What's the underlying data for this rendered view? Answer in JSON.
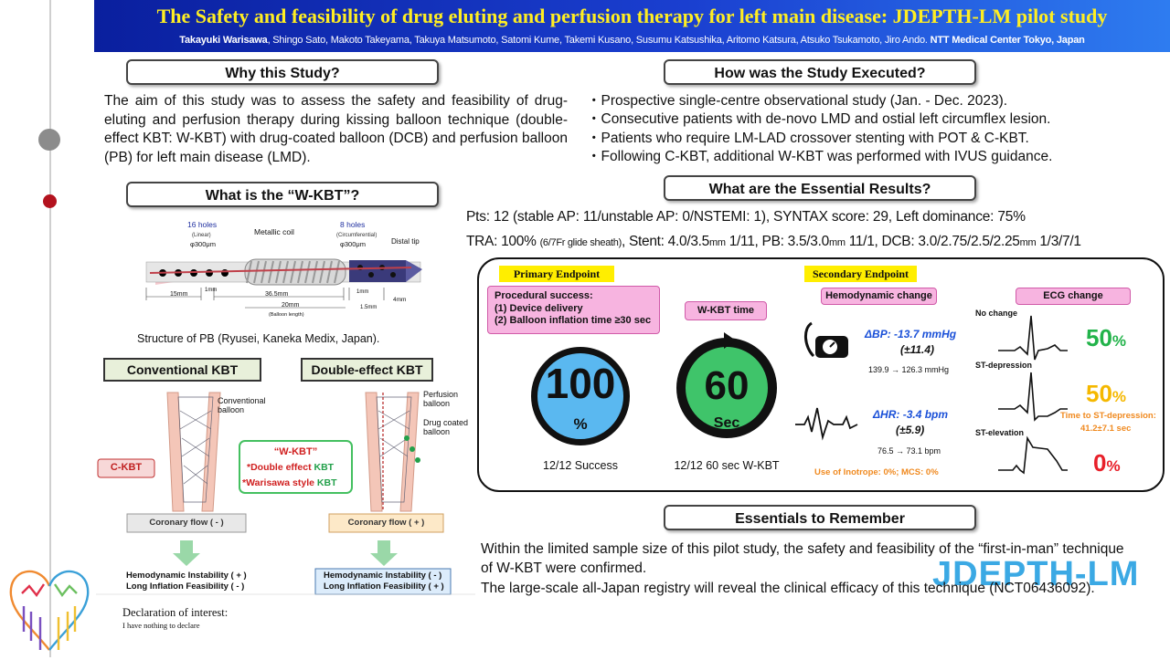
{
  "header": {
    "title": "The Safety and feasibility of drug eluting and perfusion therapy for left main disease: JDEPTH-LM pilot study",
    "lead_author": "Takayuki Warisawa",
    "coauthors": ", Shingo Sato, Makoto Takeyama, Takuya Matsumoto, Satomi Kume, Takemi Kusano, Susumu Katsushika, Aritomo Katsura, Atsuko Tsukamoto, Jiro Ando. ",
    "institution": "NTT Medical Center Tokyo, Japan"
  },
  "why": {
    "heading": "Why this Study?",
    "text": "The aim of this study was to assess the safety and feasibility of drug-eluting and perfusion therapy during kissing balloon technique (double-effect KBT: W-KBT) with drug-coated balloon (DCB) and perfusion balloon (PB) for left main disease (LMD)."
  },
  "how": {
    "heading": "How was the Study Executed?",
    "bullets": [
      "・Prospective single-centre observational study (Jan. - Dec. 2023).",
      "・Consecutive patients with de-novo LMD and ostial left circumflex lesion.",
      "・Patients who require LM-LAD crossover stenting with POT & C-KBT.",
      "・Following C-KBT, additional W-KBT was performed with IVUS guidance."
    ]
  },
  "wkbt": {
    "heading": "What is the “W-KBT”?",
    "diagram": {
      "holes16": "16 holes",
      "linear": "(Linear)",
      "phi300a": "φ300μm",
      "coil": "Metallic coil",
      "holes8": "8 holes",
      "circ": "(Circumferential)",
      "phi300b": "φ300μm",
      "distal": "Distal tip",
      "d15": "15mm",
      "d1a": "1mm",
      "d365": "36.5mm",
      "d20": "20mm",
      "blen": "(Balloon length)",
      "d1b": "1mm",
      "d15b": "1.5mm",
      "d4": "4mm"
    },
    "caption": "Structure of PB (Ryusei, Kaneka Medix, Japan).",
    "conventional_label": "Conventional KBT",
    "double_label": "Double-effect KBT",
    "conv_balloon": "Conventional balloon",
    "perf_balloon": "Perfusion balloon",
    "dcb": "Drug coated balloon",
    "ckbt": "C-KBT",
    "wkbt_box_title": "“W-KBT”",
    "wkbt_line1_a": "*Double effect ",
    "wkbt_line1_b": "KBT",
    "wkbt_line2_a": "*Warisawa style ",
    "wkbt_line2_b": "KBT",
    "flow_neg": "Coronary flow ( - )",
    "flow_pos": "Coronary flow ( + )",
    "left_out1": "Hemodynamic Instability ( + )",
    "left_out2": "Long Inflation Feasibility ( - )",
    "right_out1": "Hemodynamic Instability ( - )",
    "right_out2": "Long Inflation Feasibility ( + )"
  },
  "declaration": {
    "title": "Declaration of interest:",
    "text": "I have nothing to declare"
  },
  "results": {
    "heading": "What are the Essential Results?",
    "line1": "Pts: 12 (stable AP: 11/unstable AP: 0/NSTEMI: 1), SYNTAX score: 29, Left dominance: 75%",
    "line2_a": "TRA: 100% ",
    "line2_b": "(6/7Fr glide sheath)",
    "line2_c": ", Stent: 4.0/3.5",
    "line2_mm1": "mm",
    "line2_d": " 1/11, PB: 3.5/3.0",
    "line2_mm2": "mm",
    "line2_e": " 11/1, DCB: 3.0/2.75/2.5/2.25",
    "line2_mm3": "mm",
    "line2_f": " 1/3/7/1"
  },
  "panel": {
    "primary": "Primary Endpoint",
    "secondary": "Secondary Endpoint",
    "proc_title": "Procedural success:",
    "proc1": "(1) Device delivery",
    "proc2": "(2) Balloon inflation time ≥30 sec",
    "wkbt_time": "W-KBT time",
    "big100": "100",
    "pct": "%",
    "big60": "60",
    "sec": "Sec",
    "success": "12/12 Success",
    "sec60": "12/12 60 sec W-KBT",
    "hemo": "Hemodynamic change",
    "ecg": "ECG change",
    "dbp": "ΔBP: -13.7 mmHg",
    "dbp_sd": "(±11.4)",
    "bp_vals": "139.9 → 126.3 mmHg",
    "dhr": "ΔHR: -3.4 bpm",
    "dhr_sd": "(±5.9)",
    "hr_vals": "76.5 → 73.1 bpm",
    "inotrope": "Use of Inotrope: 0%; MCS: 0%",
    "no_change": "No change",
    "st_dep": "ST-depression",
    "st_elev": "ST-elevation",
    "p50a": "50",
    "p50b": "50",
    "p0": "0",
    "pctsign": "%",
    "time_st": "Time to ST-depression:",
    "time_val": "41.2±7.1 sec"
  },
  "remember": {
    "heading": "Essentials to Remember",
    "line1": "Within the limited sample size of this pilot study, the safety and feasibility of the “first-in-man” technique of W-KBT were confirmed.",
    "line2": "The large-scale all-Japan registry will reveal the clinical efficacy of this technique (NCT06436092).",
    "logo": "JDEPTH-LM"
  },
  "colors": {
    "accent_yellow": "#ffee22",
    "green_pct": "#22b34a",
    "orange_pct": "#f5b800",
    "red_pct": "#e8202a",
    "blue_circle": "#5ab8f0",
    "green_circle": "#3fc46a"
  }
}
